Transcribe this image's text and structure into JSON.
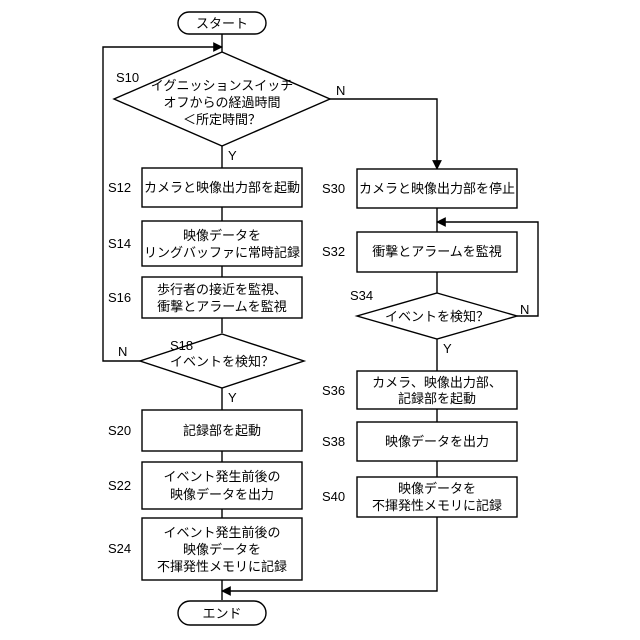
{
  "start": "スタート",
  "end": "エンド",
  "steps": {
    "s10": {
      "label": "S10",
      "lines": [
        "イグニッションスイッチ",
        "オフからの経過時間",
        "＜所定時間？"
      ],
      "yes": "Y",
      "no": "N"
    },
    "s12": {
      "label": "S12",
      "lines": [
        "カメラと映像出力部を起動"
      ]
    },
    "s14": {
      "label": "S14",
      "lines": [
        "映像データを",
        "リングバッファに常時記録"
      ]
    },
    "s16": {
      "label": "S16",
      "lines": [
        "歩行者の接近を監視、",
        "衝撃とアラームを監視"
      ]
    },
    "s18": {
      "label": "S18",
      "lines": [
        "イベントを検知？"
      ],
      "yes": "Y",
      "no": "N"
    },
    "s20": {
      "label": "S20",
      "lines": [
        "記録部を起動"
      ]
    },
    "s22": {
      "label": "S22",
      "lines": [
        "イベント発生前後の",
        "映像データを出力"
      ]
    },
    "s24": {
      "label": "S24",
      "lines": [
        "イベント発生前後の",
        "映像データを",
        "不揮発性メモリに記録"
      ]
    },
    "s30": {
      "label": "S30",
      "lines": [
        "カメラと映像出力部を停止"
      ]
    },
    "s32": {
      "label": "S32",
      "lines": [
        "衝撃とアラームを監視"
      ]
    },
    "s34": {
      "label": "S34",
      "lines": [
        "イベントを検知？"
      ],
      "yes": "Y",
      "no": "N"
    },
    "s36": {
      "label": "S36",
      "lines": [
        "カメラ、映像出力部、",
        "記録部を起動"
      ]
    },
    "s38": {
      "label": "S38",
      "lines": [
        "映像データを出力"
      ]
    },
    "s40": {
      "label": "S40",
      "lines": [
        "映像データを",
        "不揮発性メモリに記録"
      ]
    }
  }
}
